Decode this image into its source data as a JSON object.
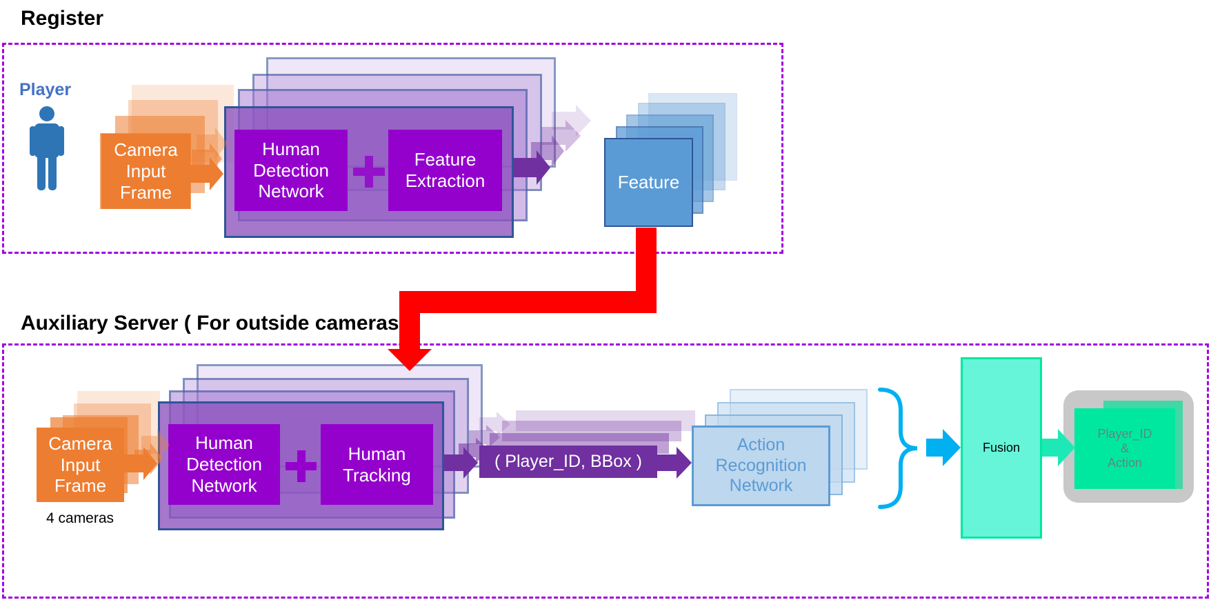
{
  "register": {
    "title": "Register",
    "player_label": "Player",
    "camera_label": "Camera\nInput\nFrame",
    "detection_label": "Human\nDetection\nNetwork",
    "feature_extraction_label": "Feature\nExtraction",
    "feature_label": "Feature"
  },
  "auxiliary": {
    "title": "Auxiliary Server ( For outside cameras )",
    "camera_label": "Camera\nInput\nFrame",
    "camera_count": "4 cameras",
    "detection_label": "Human\nDetection\nNetwork",
    "tracking_label": "Human\nTracking",
    "player_bbox_label": "( Player_ID, BBox )",
    "action_label": "Action\nRecognition\nNetwork",
    "fusion_label": "Fusion",
    "output_label": "Player_ID\n&\nAction"
  },
  "colors": {
    "dashed_border": "#a100e0",
    "orange": "#ed7d31",
    "purple": "#9400cc",
    "dark_purple": "#7030a0",
    "feature_blue": "#5b9bd5",
    "player_blue": "#2e75b6",
    "link_red": "#ff0000",
    "brace_cyan": "#00b0f0",
    "fusion_green": "#66f5d9",
    "output_green": "#00e8a0",
    "output_frame": "#c8c8c8"
  },
  "icons": [
    "person-icon",
    "plus-icon",
    "arrow-right-icon",
    "brace-icon",
    "down-arrow-icon"
  ]
}
